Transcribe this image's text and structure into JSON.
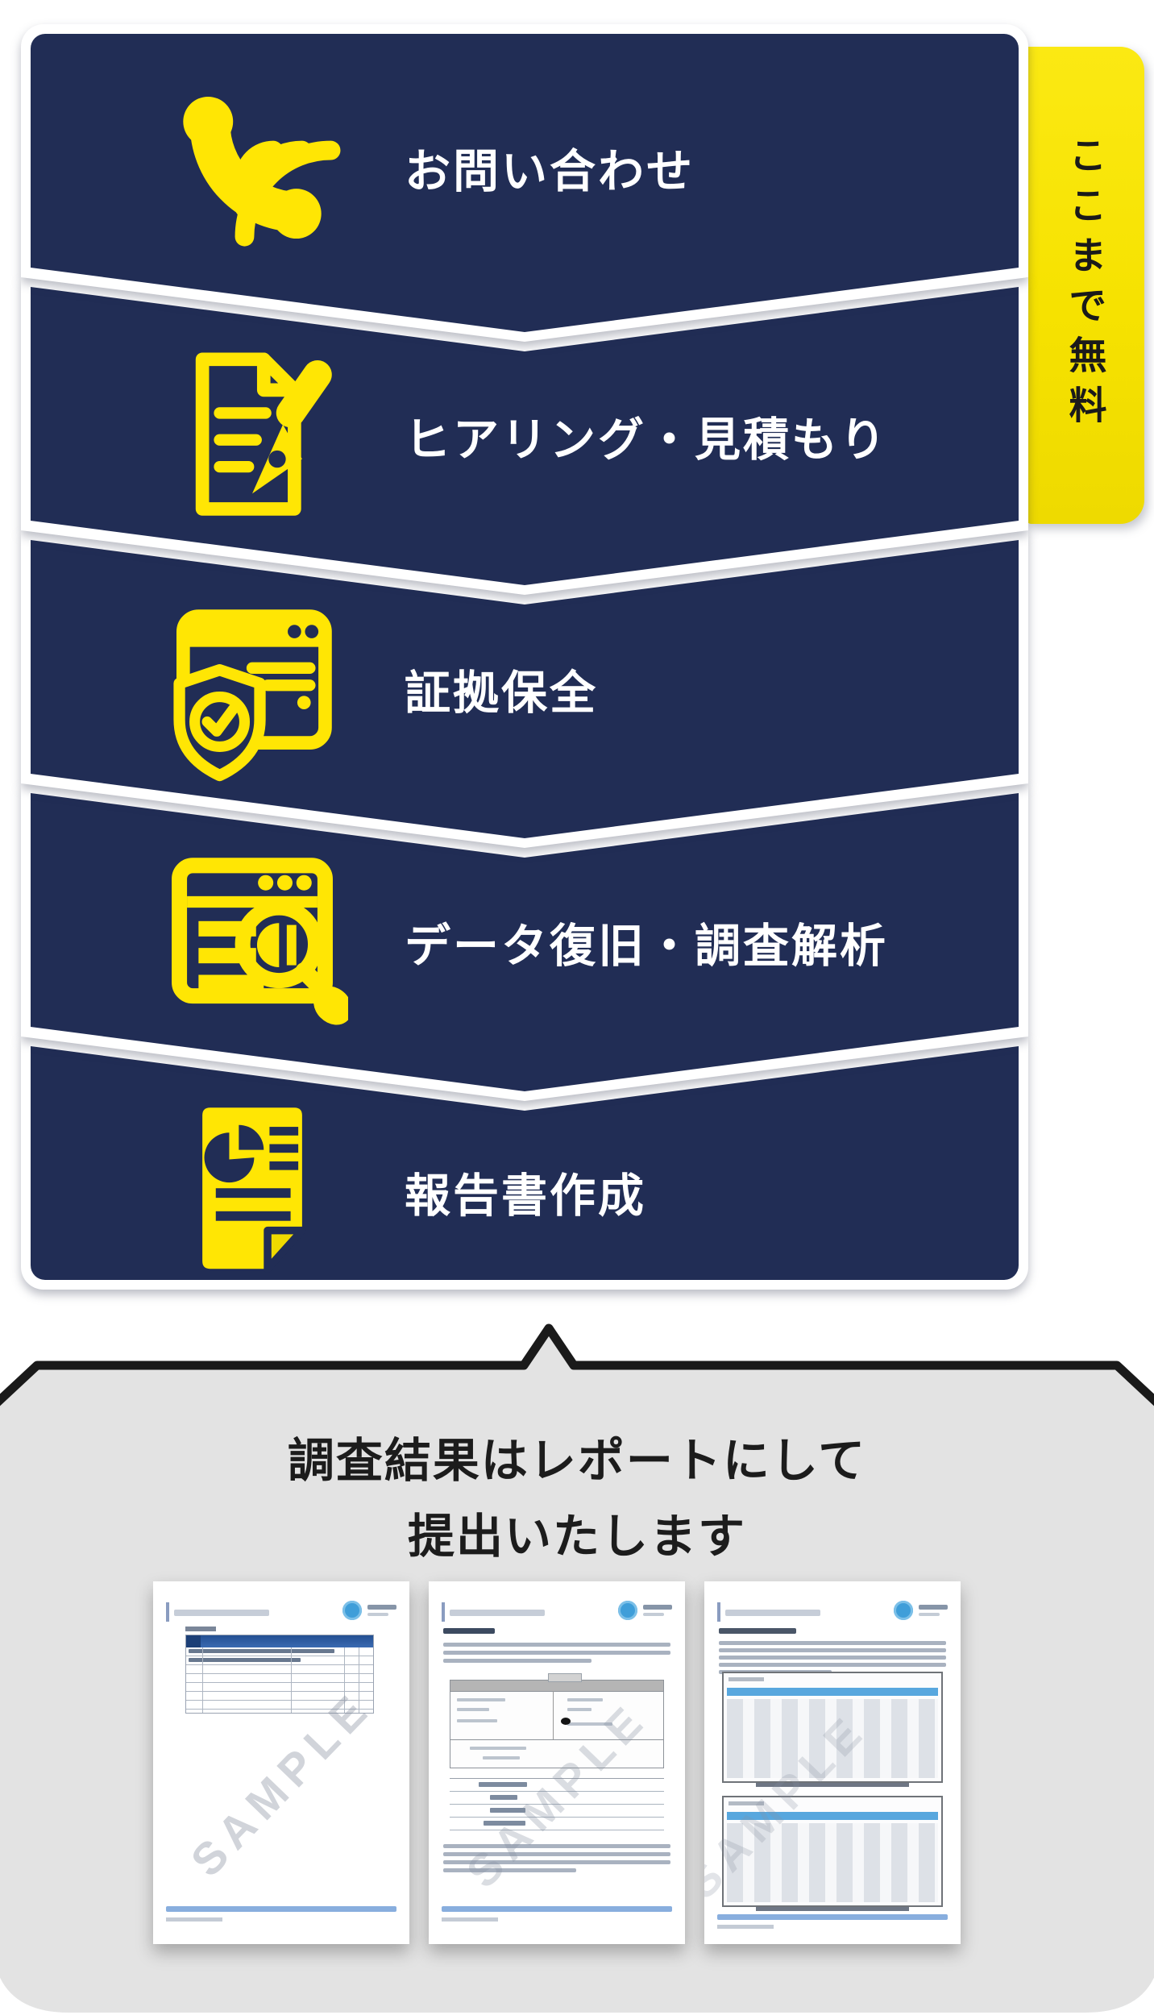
{
  "colors": {
    "navy": "#212d55",
    "icon_yellow": "#ffe604",
    "tab_yellow": "#f6e200",
    "tab_text": "#1a1a1a",
    "white_border": "#ffffff",
    "bubble_fill": "#e3e3e3",
    "bubble_border": "#1a1a1a",
    "report_header_blue": "#2d5ba6",
    "report_footer_blue": "#88aede",
    "logo_blue": "#3f9ed9"
  },
  "steps": [
    {
      "id": "contact",
      "label": "お問い合わせ",
      "icon": "phone-icon"
    },
    {
      "id": "hearing-estimate",
      "label": "ヒアリング・見積もり",
      "icon": "document-pen-icon"
    },
    {
      "id": "evidence-preservation",
      "label": "証拠保全",
      "icon": "browser-shield-icon"
    },
    {
      "id": "data-recovery-analysis",
      "label": "データ復旧・調査解析",
      "icon": "browser-magnifier-icon"
    },
    {
      "id": "report-creation",
      "label": "報告書作成",
      "icon": "report-icon"
    }
  ],
  "free_tab": {
    "label": "ここまで無料"
  },
  "callout": {
    "title_line1": "調査結果はレポートにして",
    "title_line2": "提出いたします",
    "sample_watermark": "SAMPLE",
    "page_count": 3
  }
}
